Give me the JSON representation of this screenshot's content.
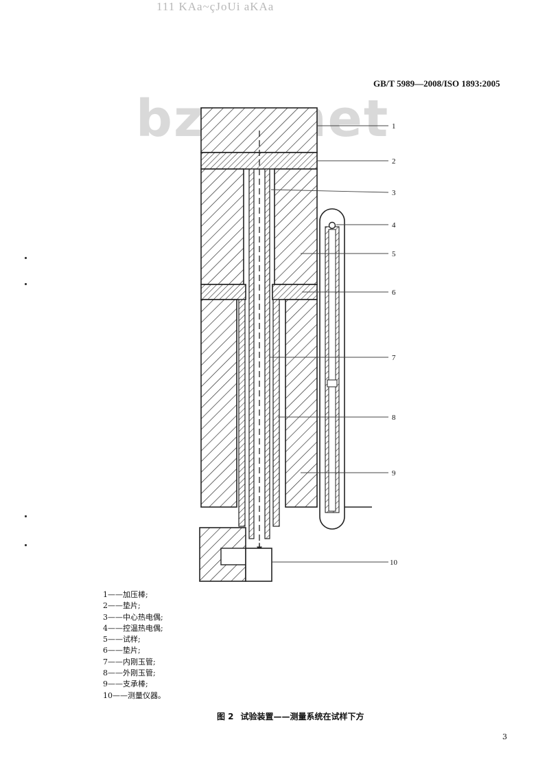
{
  "header": {
    "scan_artifact": "111 KAa~çJoUi aKAa",
    "standard_code": "GB/T 5989—2008/ISO 1893:2005"
  },
  "watermark": "bzxz.net",
  "figure": {
    "callouts": [
      "1",
      "2",
      "3",
      "4",
      "5",
      "6",
      "7",
      "8",
      "9",
      "10"
    ]
  },
  "legend": [
    "1——加压棒;",
    "2——垫片;",
    "3——中心热电偶;",
    "4——控温热电偶;",
    "5——试样;",
    "6——垫片;",
    "7——内刚玉管;",
    "8——外刚玉管;",
    "9——支承棒;",
    "10——测量仪器。"
  ],
  "caption": {
    "number": "图 2",
    "title": "试验装置——测量系统在试样下方"
  },
  "page_number": "3",
  "colors": {
    "ink": "#1a1a1a",
    "watermark": "#d9d9d9",
    "paper": "#ffffff"
  }
}
